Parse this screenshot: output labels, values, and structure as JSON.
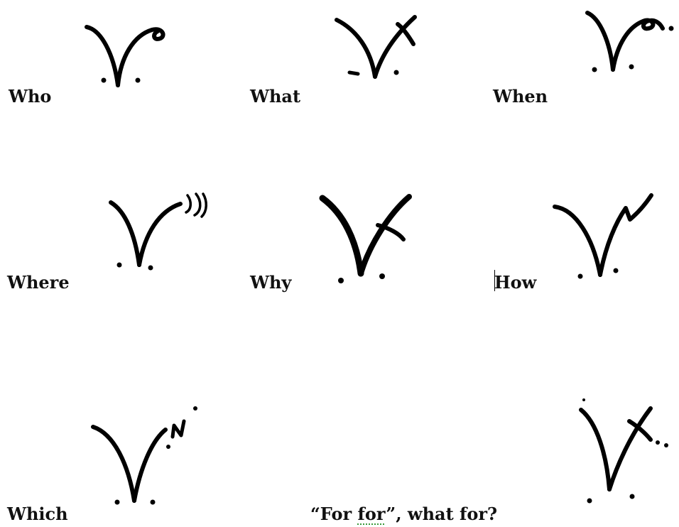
{
  "labels": {
    "who": "Who",
    "what": "What",
    "when": "When",
    "where": "Where",
    "why": "Why",
    "how": "How",
    "which": "Which",
    "for_for_open": "“For ",
    "for_for_underlined": "for",
    "for_for_close": "”, what for?"
  },
  "colors": {
    "ink": "#000000",
    "text": "#111111",
    "spellcheck_underline": "#3a9a3a"
  }
}
